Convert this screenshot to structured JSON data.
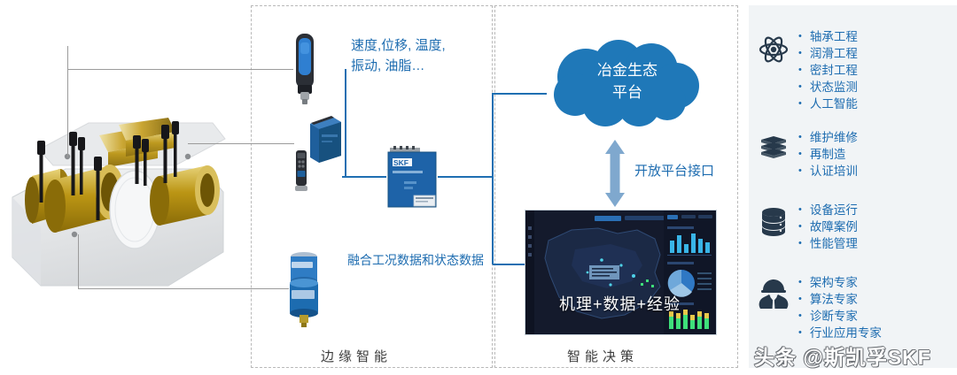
{
  "groups": {
    "edge": {
      "caption": "边缘智能"
    },
    "decision": {
      "caption": "智能决策"
    }
  },
  "labels": {
    "sensor_params": "速度,位移, 温度,\n振动, 油脂…",
    "fusion": "融合工况数据和状态数据",
    "open_api": "开放平台接口",
    "dashboard_overlay": "机理+数据+经验"
  },
  "cloud": {
    "title": "冶金生态\n平台"
  },
  "devices": {
    "sensor": "vibration-sensor",
    "module": "data-collector-module",
    "handheld": "handheld-analyzer",
    "lubricator": "automatic-lubricator",
    "gateway": "skf-gateway",
    "gateway_brand": "SKF"
  },
  "machine": {
    "name": "gearbox-cutaway-illustration"
  },
  "capabilities": [
    {
      "icon": "atom-icon",
      "items": [
        "轴承工程",
        "润滑工程",
        "密封工程",
        "状态监测",
        "人工智能"
      ]
    },
    {
      "icon": "books-icon",
      "items": [
        "维护维修",
        "再制造",
        "认证培训"
      ]
    },
    {
      "icon": "database-icon",
      "items": [
        "设备运行",
        "故障案例",
        "性能管理"
      ]
    },
    {
      "icon": "engineer-icon",
      "items": [
        "架构专家",
        "算法专家",
        "诊断专家",
        "行业应用专家"
      ]
    }
  ],
  "watermark": {
    "text": "头条 @斯凯孚SKF"
  },
  "colors": {
    "accent_blue": "#1d6cb0",
    "cloud_blue": "#1f78b8",
    "panel_bg": "#f1f4f6",
    "icon_dark": "#27394b",
    "dashed_border": "#b9b9b9"
  }
}
